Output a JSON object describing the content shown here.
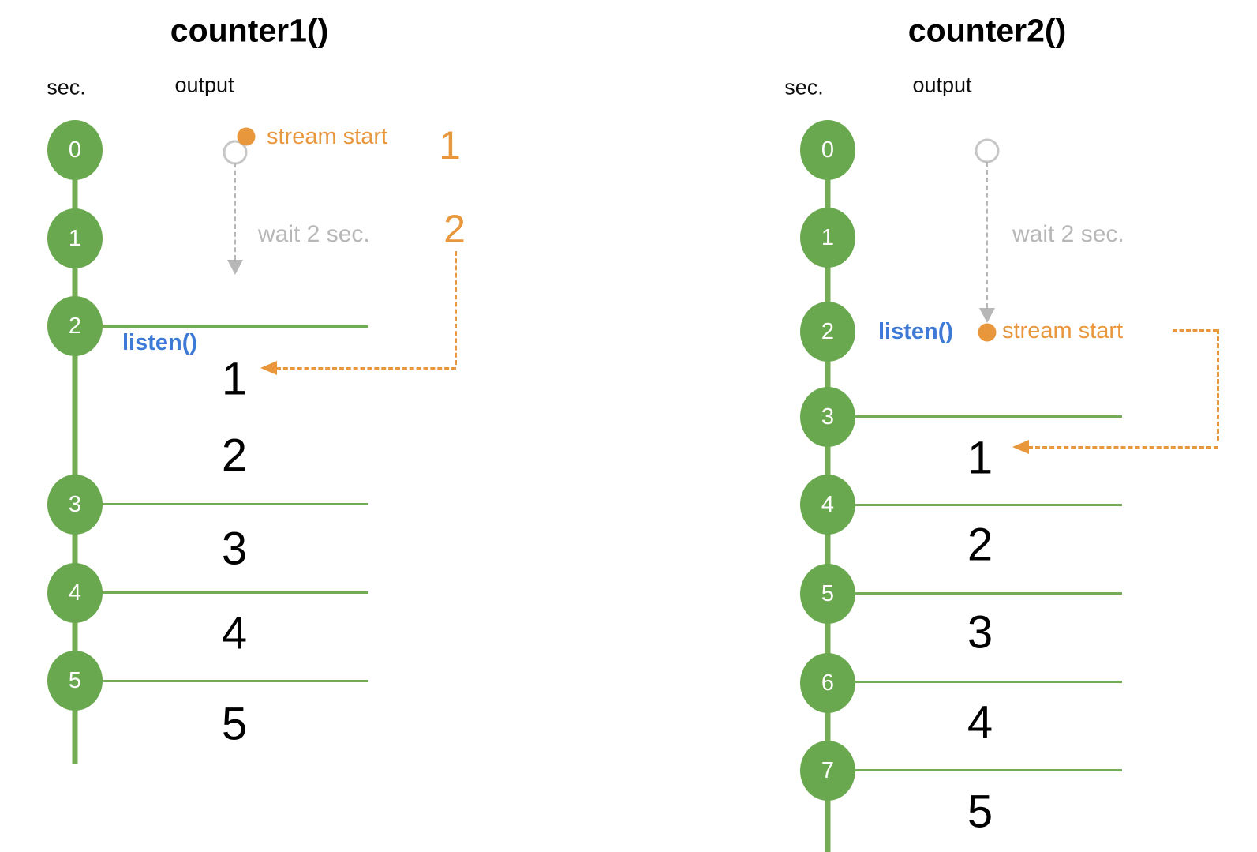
{
  "diagram": {
    "left": {
      "title": "counter1()",
      "sec_header": "sec.",
      "output_header": "output",
      "seconds": [
        "0",
        "1",
        "2",
        "3",
        "4",
        "5"
      ],
      "listen_label": "listen()",
      "stream_start_label": "stream start",
      "wait_label": "wait 2 sec.",
      "pre_listen_values": [
        "1",
        "2"
      ],
      "outputs": [
        "1",
        "2",
        "3",
        "4",
        "5"
      ]
    },
    "right": {
      "title": "counter2()",
      "sec_header": "sec.",
      "output_header": "output",
      "seconds": [
        "0",
        "1",
        "2",
        "3",
        "4",
        "5",
        "6",
        "7"
      ],
      "listen_label": "listen()",
      "stream_start_label": "stream start",
      "wait_label": "wait 2 sec.",
      "outputs": [
        "1",
        "2",
        "3",
        "4",
        "5"
      ]
    },
    "colors": {
      "timeline_green": "#6aa84f",
      "line_green": "#74ab55",
      "orange": "#e8973d",
      "listen_blue": "#3d7ad6",
      "wait_gray": "#b7b7b7",
      "text_black": "#000000"
    },
    "icons": {
      "stream_start_dot": "filled-circle",
      "stream_pending_dot": "hollow-circle",
      "wait_arrow": "triangle-down",
      "delivery_arrow": "triangle-left"
    }
  }
}
